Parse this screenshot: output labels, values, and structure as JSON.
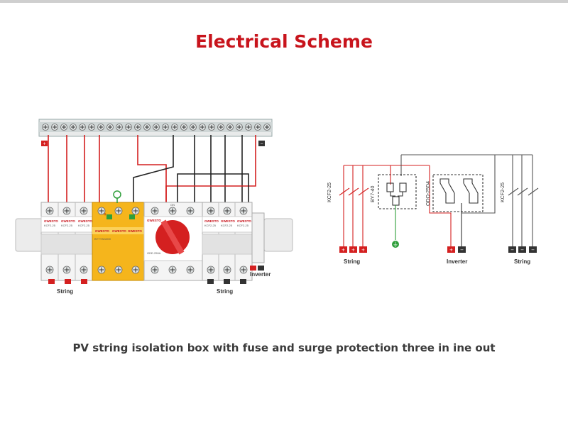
{
  "title": "Electrical Scheme",
  "caption": "PV string isolation box with fuse and surge protection three in ine out",
  "device": {
    "label_string_left": "String",
    "label_string_right": "String",
    "label_inverter": "Inverter",
    "brand": "GWESTO",
    "switch_model": "ODE-250A",
    "spd_model": "BYT+B/1000"
  },
  "schematic": {
    "fuse_left": "KCF2-25",
    "spd": "BY7-40",
    "switch": "ODO-25D4",
    "fuse_right": "KCF2-25",
    "label_string_left": "String",
    "label_inverter": "Inverter",
    "label_string_right": "String"
  },
  "colors": {
    "title": "#c8141c",
    "positive": "#d42020",
    "negative": "#333333",
    "ground": "#2e9e3a",
    "spd_body": "#f5b51c"
  }
}
